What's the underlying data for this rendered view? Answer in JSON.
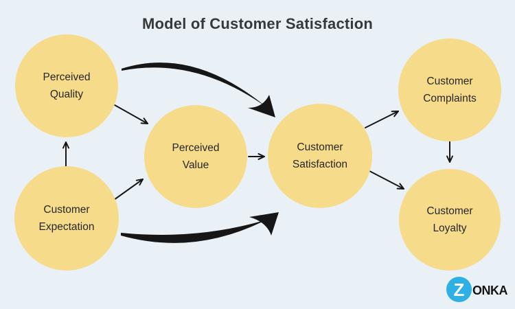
{
  "title": "Model of Customer Satisfaction",
  "nodes": [
    {
      "id": "perceived-quality",
      "line1": "Perceived",
      "line2": "Quality"
    },
    {
      "id": "customer-expectation",
      "line1": "Customer",
      "line2": "Expectation"
    },
    {
      "id": "perceived-value",
      "line1": "Perceived",
      "line2": "Value"
    },
    {
      "id": "customer-satisfaction",
      "line1": "Customer",
      "line2": "Satisfaction"
    },
    {
      "id": "customer-complaints",
      "line1": "Customer",
      "line2": "Complaints"
    },
    {
      "id": "customer-loyalty",
      "line1": "Customer",
      "line2": "Loyalty"
    }
  ],
  "edges": [
    {
      "from": "customer-expectation",
      "to": "perceived-quality",
      "style": "thin"
    },
    {
      "from": "customer-expectation",
      "to": "perceived-value",
      "style": "thin"
    },
    {
      "from": "customer-expectation",
      "to": "customer-satisfaction",
      "style": "thick-curved"
    },
    {
      "from": "perceived-quality",
      "to": "perceived-value",
      "style": "thin"
    },
    {
      "from": "perceived-quality",
      "to": "customer-satisfaction",
      "style": "thick-curved"
    },
    {
      "from": "perceived-value",
      "to": "customer-satisfaction",
      "style": "thin"
    },
    {
      "from": "customer-satisfaction",
      "to": "customer-complaints",
      "style": "thin"
    },
    {
      "from": "customer-satisfaction",
      "to": "customer-loyalty",
      "style": "thin"
    },
    {
      "from": "customer-complaints",
      "to": "customer-loyalty",
      "style": "thin"
    }
  ],
  "colors": {
    "background": "#eaf1f6",
    "node_fill": "#f6db8a",
    "arrow": "#161616",
    "title_text": "#36393c",
    "node_text": "#262626",
    "logo_blue": "#2eb0e4",
    "logo_text": "#141414"
  },
  "logo": {
    "z_letter": "Z",
    "text": "onka"
  }
}
